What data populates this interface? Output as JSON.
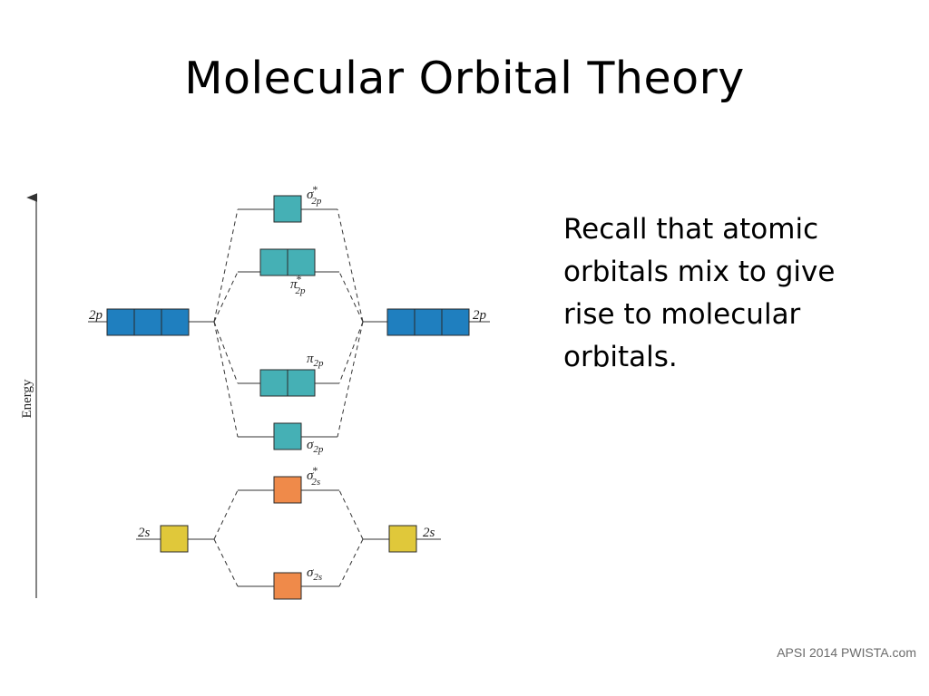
{
  "title": "Molecular Orbital Theory",
  "body_text": "Recall that atomic orbitals mix to give rise to molecular orbitals.",
  "footer": "APSI 2014 PWISTA.com",
  "diagram": {
    "axis_label": "Energy",
    "atomic": {
      "p_left": "2p",
      "p_right": "2p",
      "s_left": "2s",
      "s_right": "2s"
    },
    "molecular": {
      "sigma_2p_star": {
        "symbol": "σ",
        "sub": "2p",
        "sup": "*"
      },
      "pi_2p_star": {
        "symbol": "π",
        "sub": "2p",
        "sup": "*"
      },
      "pi_2p": {
        "symbol": "π",
        "sub": "2p",
        "sup": ""
      },
      "sigma_2p": {
        "symbol": "σ",
        "sub": "2p",
        "sup": ""
      },
      "sigma_2s_star": {
        "symbol": "σ",
        "sub": "2s",
        "sup": "*"
      },
      "sigma_2s": {
        "symbol": "σ",
        "sub": "2s",
        "sup": ""
      }
    },
    "colors": {
      "atomic_p": "#1f7fbf",
      "molecular_p": "#45b0b5",
      "atomic_s": "#e0c83a",
      "molecular_s": "#ef8a4a",
      "box_stroke": "#2a2a2a",
      "line": "#333333"
    }
  }
}
